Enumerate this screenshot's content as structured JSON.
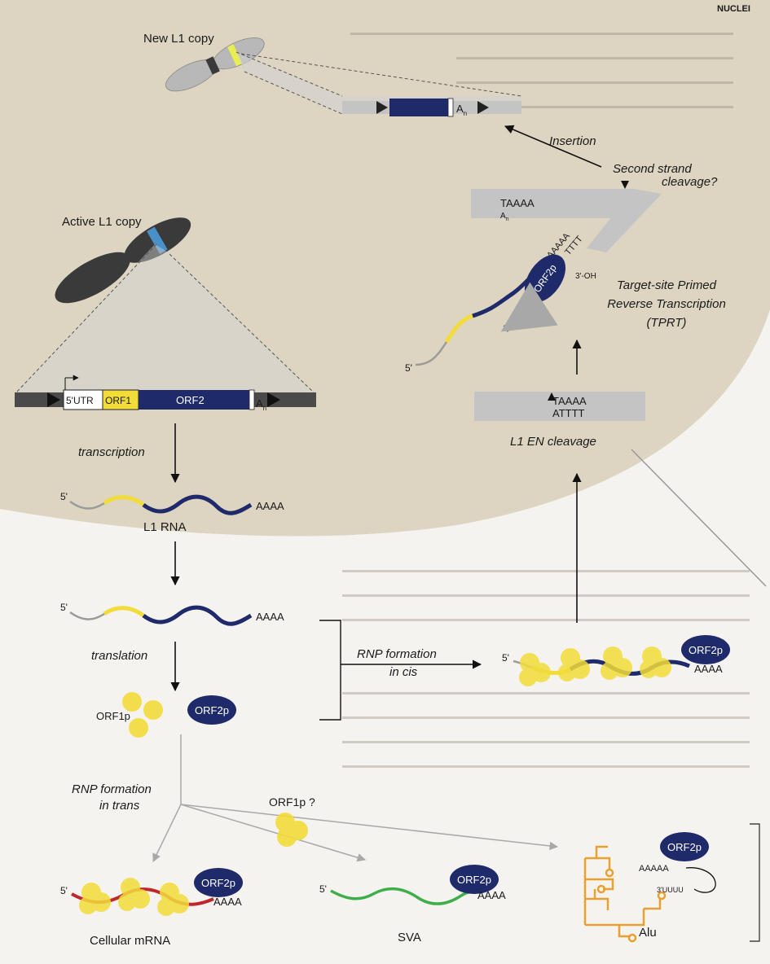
{
  "header": {
    "journal_label": "NUCLEI"
  },
  "labels": {
    "new_l1_copy": "New L1 copy",
    "active_l1_copy": "Active L1 copy",
    "insertion": "Insertion",
    "second_strand_cleavage_line1": "Second strand",
    "second_strand_cleavage_line2": "cleavage?",
    "tprt_line1": "Target-site Primed",
    "tprt_line2": "Reverse Transcription",
    "tprt_line3": "(TPRT)",
    "l1_en_cleavage": "L1 EN cleavage",
    "transcription": "transcription",
    "translation": "translation",
    "l1_rna": "L1 RNA",
    "rnp_cis_line1": "RNP formation",
    "rnp_cis_line2": "in cis",
    "rnp_trans_line1": "RNP formation",
    "rnp_trans_line2": "in trans",
    "orf1p": "ORF1p",
    "orf1p_question": "ORF1p ?",
    "orf2p": "ORF2p",
    "cellular_mrna": "Cellular mRNA",
    "sva": "SVA",
    "alu": "Alu",
    "five_prime": "5'",
    "polyA": "AAAA",
    "polyA_long": "AAAAA",
    "taaaa": "TAAAA",
    "atttt": "ATTTT",
    "tttt": "TTTT",
    "three_oh": "3'-OH",
    "a_n": "A",
    "a_n_sub": "n",
    "alu_3uuuu": "3'UUUU",
    "alu_polyA": "AAAAA",
    "utr": "5'UTR",
    "orf1": "ORF1",
    "orf2": "ORF2"
  },
  "colors": {
    "background_page": "#f5f3ef",
    "nucleus": "#ddd5c1",
    "orf2_blue": "#1f2a6b",
    "orf1_yellow": "#f2dc3a",
    "utr_grey": "#9b9b9b",
    "alu_orange": "#e8a030",
    "sva_green": "#3fae4a",
    "mrna_red": "#c0272d",
    "chromosome_dark": "#3a3a3a",
    "chromosome_light": "#b8b8b8",
    "marker_blue": "#4a90c8",
    "marker_yellow": "#e8ee50"
  }
}
